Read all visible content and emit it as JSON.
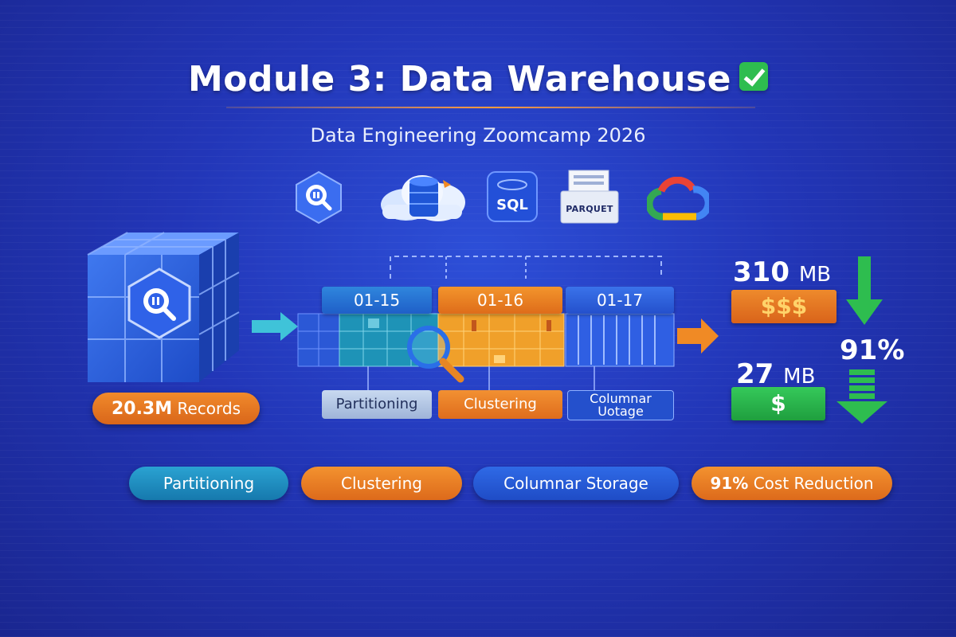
{
  "header": {
    "title": "Module 3: Data Warehouse",
    "subtitle": "Data Engineering Zoomcamp 2026"
  },
  "tools": [
    {
      "name": "bigquery-icon"
    },
    {
      "name": "cloud-storage-icon"
    },
    {
      "name": "sql-icon",
      "label": "SQL"
    },
    {
      "name": "parquet-icon",
      "label": "PARQUET"
    },
    {
      "name": "google-cloud-icon"
    }
  ],
  "source": {
    "records_value": "20.3M",
    "records_label": "Records"
  },
  "partitions": [
    {
      "date": "01-15",
      "feature": "Partitioning",
      "color": "#2a9cc6"
    },
    {
      "date": "01-16",
      "feature": "Clustering",
      "color": "#ef7f22"
    },
    {
      "date": "01-17",
      "feature": "Columnar\nUotage",
      "color": "#2b57d9"
    }
  ],
  "cost": {
    "before_value": "310",
    "before_unit": "MB",
    "before_cost": "$$$",
    "after_value": "27",
    "after_unit": "MB",
    "after_cost": "$",
    "reduction_pct": "91%"
  },
  "features": [
    {
      "label": "Partitioning",
      "color": "#1d8fbf"
    },
    {
      "label": "Clustering",
      "color": "#ee7a20"
    },
    {
      "label": "Columnar Storage",
      "color": "#2456d6"
    },
    {
      "label_strong": "91%",
      "label": "Cost Reduction",
      "color": "#ee7a20"
    }
  ],
  "colors": {
    "background": "#2236b8",
    "orange": "#ef7f22",
    "green": "#2ebd4f",
    "teal": "#2a9cc6"
  }
}
